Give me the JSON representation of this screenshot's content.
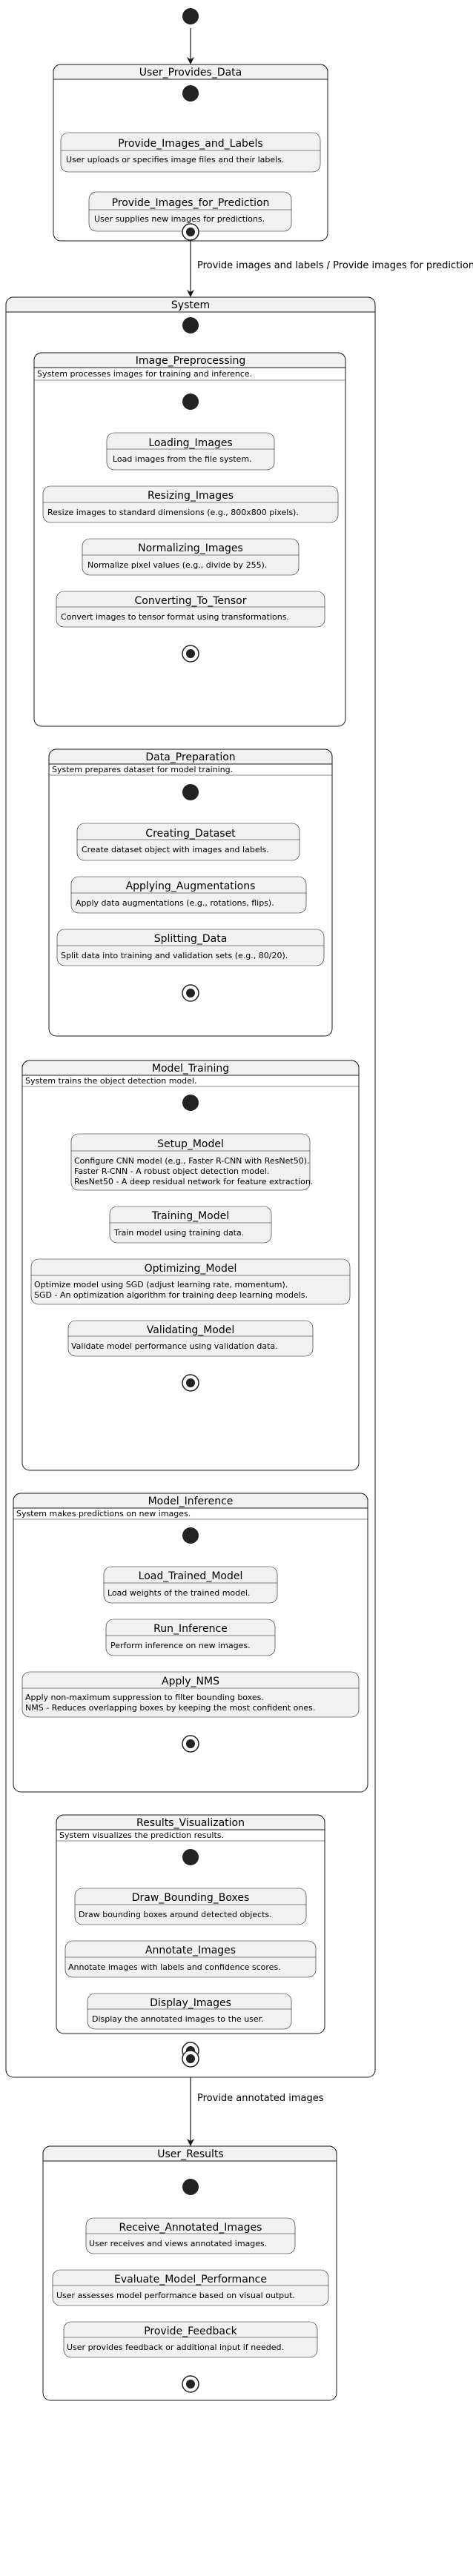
{
  "transitions": {
    "input": "Provide images and labels / Provide images for prediction",
    "output": "Provide annotated images"
  },
  "user_provides_data": {
    "title": "User_Provides_Data",
    "states": [
      {
        "title": "Provide_Images_and_Labels",
        "desc": [
          "User uploads or specifies image files and their labels."
        ]
      },
      {
        "title": "Provide_Images_for_Prediction",
        "desc": [
          "User supplies new images for predictions."
        ]
      }
    ]
  },
  "system": {
    "title": "System",
    "subsystems": [
      {
        "title": "Image_Preprocessing",
        "desc": "System processes images for training and inference.",
        "states": [
          {
            "title": "Loading_Images",
            "desc": [
              "Load images from the file system."
            ]
          },
          {
            "title": "Resizing_Images",
            "desc": [
              "Resize images to standard dimensions (e.g., 800x800 pixels)."
            ]
          },
          {
            "title": "Normalizing_Images",
            "desc": [
              "Normalize pixel values (e.g., divide by 255)."
            ]
          },
          {
            "title": "Converting_To_Tensor",
            "desc": [
              "Convert images to tensor format using transformations."
            ]
          }
        ]
      },
      {
        "title": "Data_Preparation",
        "desc": "System prepares dataset for model training.",
        "states": [
          {
            "title": "Creating_Dataset",
            "desc": [
              "Create dataset object with images and labels."
            ]
          },
          {
            "title": "Applying_Augmentations",
            "desc": [
              "Apply data augmentations (e.g., rotations, flips)."
            ]
          },
          {
            "title": "Splitting_Data",
            "desc": [
              "Split data into training and validation sets (e.g., 80/20)."
            ]
          }
        ]
      },
      {
        "title": "Model_Training",
        "desc": "System trains the object detection model.",
        "states": [
          {
            "title": "Setup_Model",
            "desc": [
              "Configure CNN model (e.g., Faster R-CNN with ResNet50).",
              "Faster R-CNN - A robust object detection model.",
              "ResNet50 - A deep residual network for feature extraction."
            ]
          },
          {
            "title": "Training_Model",
            "desc": [
              "Train model using training data."
            ]
          },
          {
            "title": "Optimizing_Model",
            "desc": [
              "Optimize model using SGD (adjust learning rate, momentum).",
              "SGD - An optimization algorithm for training deep learning models."
            ]
          },
          {
            "title": "Validating_Model",
            "desc": [
              "Validate model performance using validation data."
            ]
          }
        ]
      },
      {
        "title": "Model_Inference",
        "desc": "System makes predictions on new images.",
        "states": [
          {
            "title": "Load_Trained_Model",
            "desc": [
              "Load weights of the trained model."
            ]
          },
          {
            "title": "Run_Inference",
            "desc": [
              "Perform inference on new images."
            ]
          },
          {
            "title": "Apply_NMS",
            "desc": [
              "Apply non-maximum suppression to filter bounding boxes.",
              "NMS - Reduces overlapping boxes by keeping the most confident ones."
            ]
          }
        ]
      },
      {
        "title": "Results_Visualization",
        "desc": "System visualizes the prediction results.",
        "states": [
          {
            "title": "Draw_Bounding_Boxes",
            "desc": [
              "Draw bounding boxes around detected objects."
            ]
          },
          {
            "title": "Annotate_Images",
            "desc": [
              "Annotate images with labels and confidence scores."
            ]
          },
          {
            "title": "Display_Images",
            "desc": [
              "Display the annotated images to the user."
            ]
          }
        ]
      }
    ]
  },
  "user_results": {
    "title": "User_Results",
    "states": [
      {
        "title": "Receive_Annotated_Images",
        "desc": [
          "User receives and views annotated images."
        ]
      },
      {
        "title": "Evaluate_Model_Performance",
        "desc": [
          "User assesses model performance based on visual output."
        ]
      },
      {
        "title": "Provide_Feedback",
        "desc": [
          "User provides feedback or additional input if needed."
        ]
      }
    ]
  }
}
